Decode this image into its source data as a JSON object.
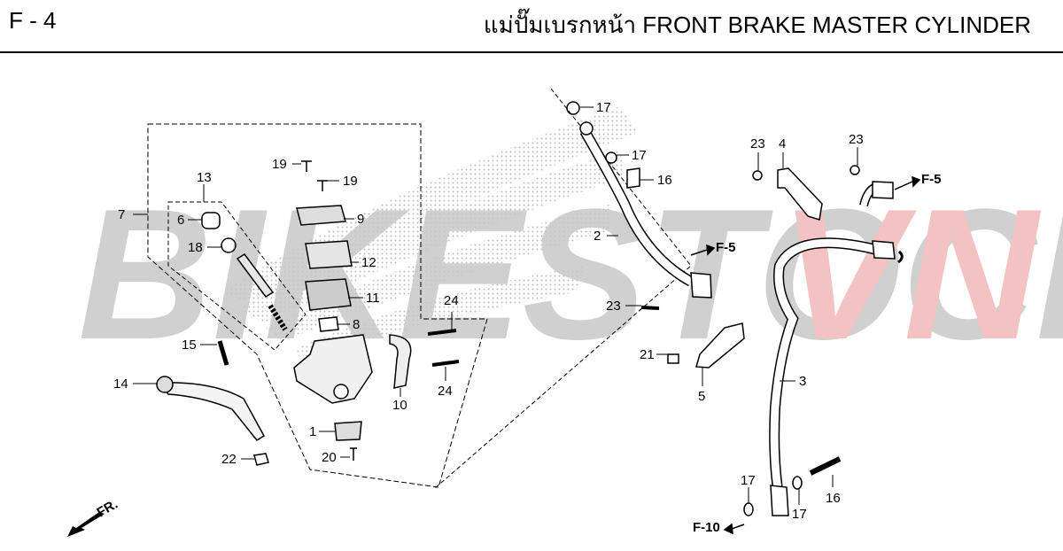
{
  "header": {
    "page_code": "F - 4",
    "title": "แม่ปั๊มเบรกหน้า  FRONT BRAKE MASTER CYLINDER"
  },
  "watermark": {
    "text_main": "BIKESTOCK",
    "text_accent": "VN",
    "main_color": "#c8c8c8",
    "accent_color": "#f2b8b8"
  },
  "direction_label": "FR.",
  "references": {
    "f5_upper": "F-5",
    "f5_middle": "F-5",
    "f10": "F-10"
  },
  "callouts": {
    "c1": "1",
    "c2": "2",
    "c3": "3",
    "c4": "4",
    "c5": "5",
    "c6": "6",
    "c7": "7",
    "c8": "8",
    "c9": "9",
    "c10": "10",
    "c11": "11",
    "c12": "12",
    "c13": "13",
    "c14": "14",
    "c15": "15",
    "c16a": "16",
    "c16b": "16",
    "c17a": "17",
    "c17b": "17",
    "c17c": "17",
    "c17d": "17",
    "c18": "18",
    "c19a": "19",
    "c19b": "19",
    "c20": "20",
    "c21": "21",
    "c22": "22",
    "c23a": "23",
    "c23b": "23",
    "c23c": "23",
    "c24a": "24",
    "c24b": "24"
  }
}
